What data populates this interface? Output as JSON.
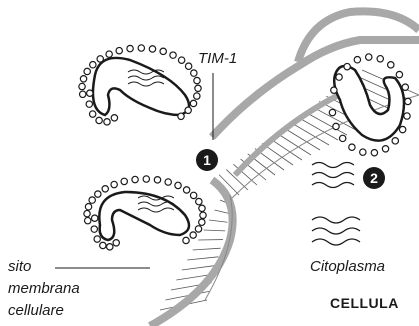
{
  "labels": {
    "tim1": "TIM-1",
    "site_line1": "sito",
    "site_line2": "membrana",
    "site_line3": "cellulare",
    "cytoplasm": "Citoplasma",
    "cell": "CELLULA"
  },
  "markers": [
    {
      "number": "1"
    },
    {
      "number": "2"
    }
  ],
  "colors": {
    "membrane": "#a8a8a8",
    "dark": "#1a1a1a",
    "background": "#ffffff"
  }
}
